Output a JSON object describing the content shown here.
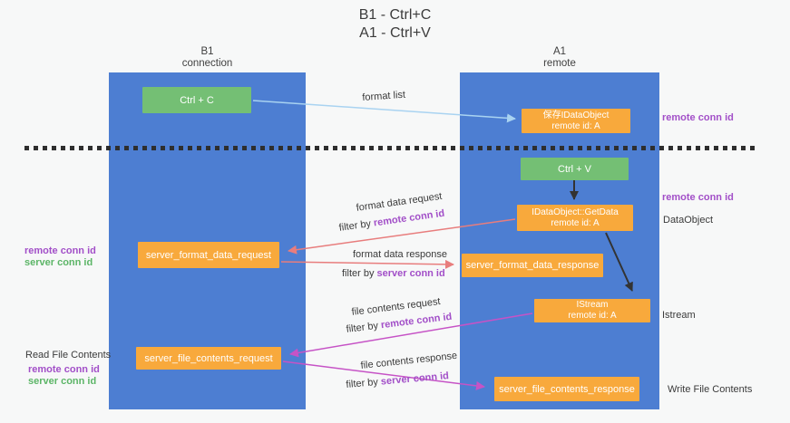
{
  "title": {
    "line1": "B1 - Ctrl+C",
    "line2": "A1 - Ctrl+V"
  },
  "columns": {
    "left": {
      "name": "B1",
      "role": "connection"
    },
    "right": {
      "name": "A1",
      "role": "remote"
    }
  },
  "nodes": {
    "ctrl_c": "Ctrl + C",
    "ctrl_v": "Ctrl + V",
    "save_idataobject": {
      "line1": "保存IDataObject",
      "line2": "remote id: A"
    },
    "getdata": {
      "line1": "IDataObject::GetData",
      "line2": "remote id: A"
    },
    "istream": {
      "line1": "IStream",
      "line2": "remote id: A"
    },
    "format_request": "server_format_data_request",
    "format_response": "server_format_data_response",
    "file_request": "server_file_contents_request",
    "file_response": "server_file_contents_response"
  },
  "arrow_labels": {
    "format_list": "format list",
    "format_data_request": "format data request",
    "format_data_request_filter": "filter by ",
    "format_data_request_filter_value": "remote conn id",
    "format_data_response": "format data response",
    "format_data_response_filter": "filter by ",
    "format_data_response_filter_value": "server conn id",
    "file_contents_request": "file contents request",
    "file_contents_request_filter": "filter by ",
    "file_contents_request_filter_value": "remote conn id",
    "file_contents_response": "file contents response",
    "file_contents_response_filter": "filter by ",
    "file_contents_response_filter_value": "server conn id"
  },
  "side_labels": {
    "right_remote_conn_1": "remote conn id",
    "right_remote_conn_2": "remote conn id",
    "dataobject": "DataObject",
    "istream": "Istream",
    "write_file_contents": "Write File Contents",
    "left_remote_conn_1": "remote conn id",
    "left_server_conn_1": "server conn id",
    "read_file_contents": "Read File Contents",
    "left_remote_conn_2": "remote conn id",
    "left_server_conn_2": "server conn id"
  },
  "colors": {
    "lane_blue": "#4d7ed2",
    "box_green": "#74bf74",
    "box_orange": "#f8a93c",
    "arrow_lightblue": "#a9d3f1",
    "arrow_salmon": "#e87d7d",
    "arrow_magenta": "#c653c6",
    "arrow_black": "#333333",
    "label_purple": "#a24fc8",
    "label_green": "#5cb567"
  }
}
